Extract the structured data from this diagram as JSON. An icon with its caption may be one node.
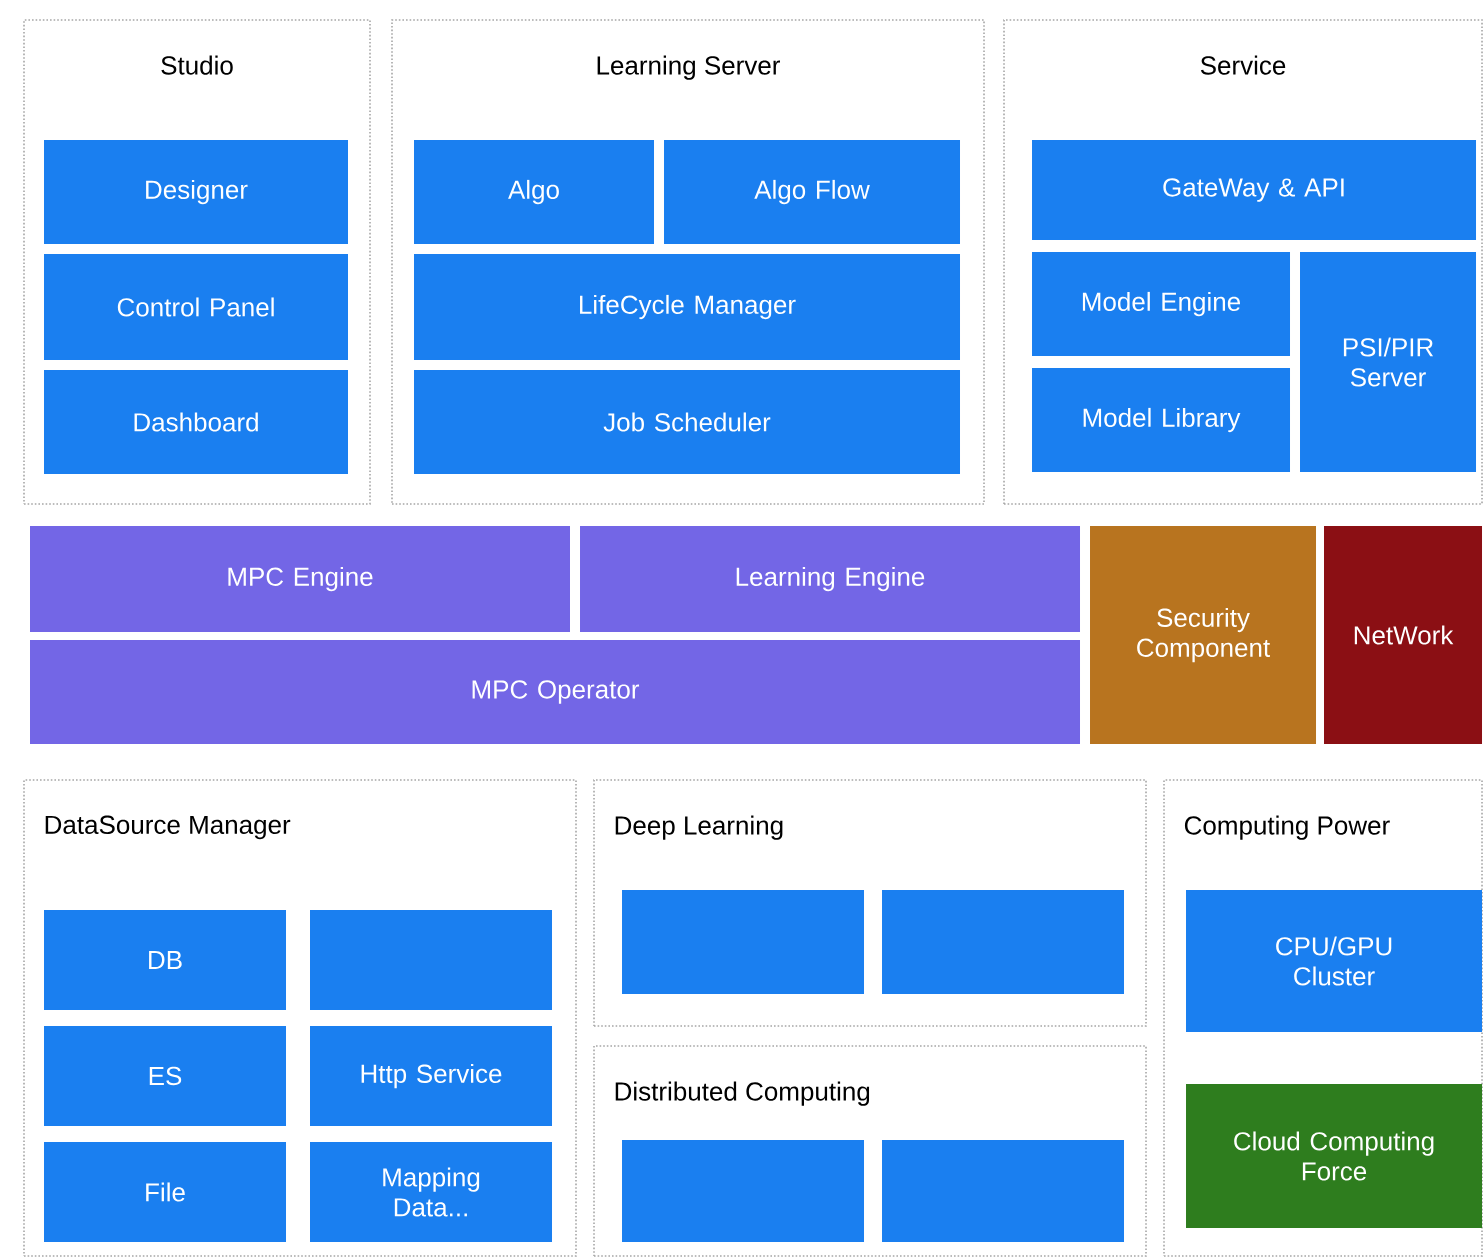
{
  "diagram": {
    "nodes": [
      {
        "text": [
          "Studio"
        ]
      },
      {
        "text": [
          "Designer"
        ],
        "in": 0
      },
      {
        "text": [
          "Control Panel"
        ],
        "in": 0
      },
      {
        "text": [
          "Dashboard"
        ],
        "in": 0
      },
      {
        "text": [
          "Learning Server"
        ]
      },
      {
        "text": [
          "Algo"
        ],
        "in": 4
      },
      {
        "text": [
          "Algo Flow"
        ],
        "in": 4
      },
      {
        "text": [
          "LifeCycle Manager"
        ],
        "in": 4
      },
      {
        "text": [
          "Job Scheduler"
        ],
        "in": 4
      },
      {
        "text": [
          "Service"
        ]
      },
      {
        "text": [
          "GateWay & API"
        ],
        "in": 9
      },
      {
        "text": [
          "Model Engine"
        ],
        "in": 9
      },
      {
        "text": [
          "Model Library"
        ],
        "in": 9
      },
      {
        "text": [
          "PSI/PIR Server"
        ],
        "in": 9
      },
      {
        "text": [
          "MPC Engine"
        ]
      },
      {
        "text": [
          "Learning Engine"
        ]
      },
      {
        "text": [
          "MPC Operator"
        ]
      },
      {
        "text": [
          "Security Component"
        ]
      },
      {
        "text": [
          "NetWork"
        ]
      },
      {
        "text": [
          "DataSource Manager"
        ]
      },
      {
        "text": [
          "DB"
        ],
        "in": 19
      },
      {
        "text": [],
        "shape": "box",
        "in": 19
      },
      {
        "text": [
          "ES"
        ],
        "in": 19
      },
      {
        "text": [
          "Http Service"
        ],
        "in": 19
      },
      {
        "text": [
          "File"
        ],
        "in": 19
      },
      {
        "text": [
          "Mapping Data..."
        ],
        "in": 19
      },
      {
        "text": [
          "Deep Learning"
        ]
      },
      {
        "text": [],
        "shape": "box",
        "in": 26
      },
      {
        "text": [],
        "shape": "box",
        "in": 26
      },
      {
        "text": [
          "Distributed Computing"
        ]
      },
      {
        "text": [],
        "shape": "box",
        "in": 29
      },
      {
        "text": [],
        "shape": "box",
        "in": 29
      },
      {
        "text": [
          "Computing Power"
        ]
      },
      {
        "text": [
          "CPU/GPU Cluster"
        ],
        "in": 32
      },
      {
        "text": [
          "Cloud Computing Force"
        ],
        "in": 32
      }
    ]
  }
}
